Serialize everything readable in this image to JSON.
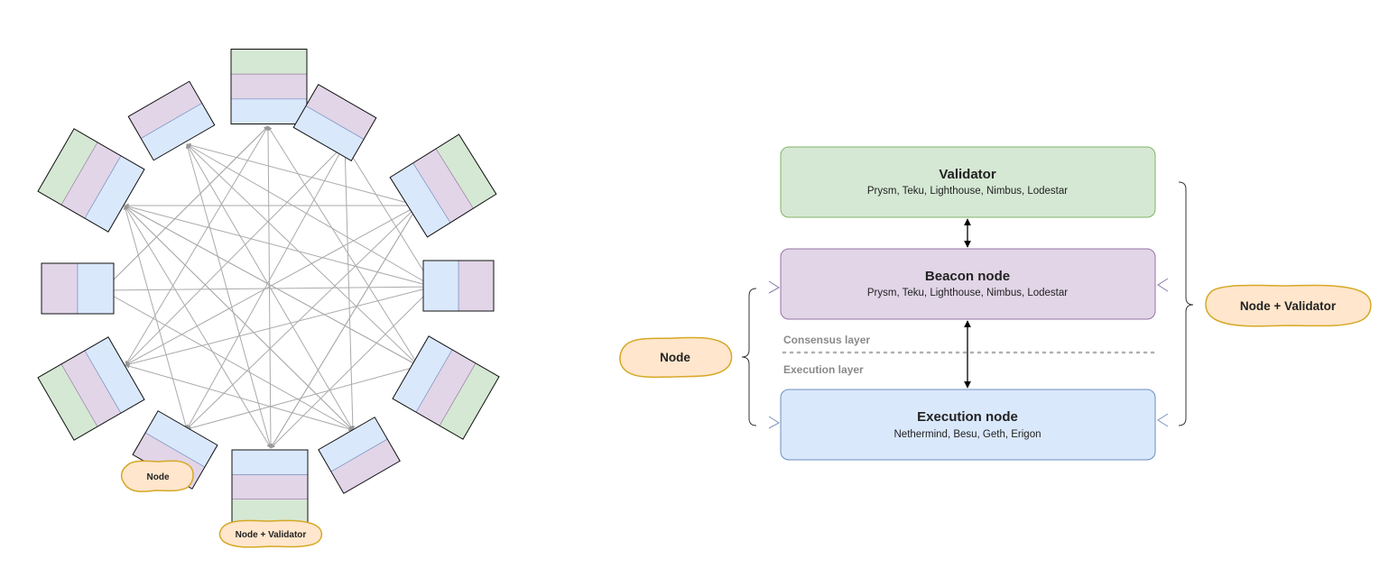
{
  "colors": {
    "validator": "#d5e8d4",
    "validator_stroke": "#82b366",
    "beacon": "#e1d5e7",
    "beacon_stroke": "#9673a6",
    "execution": "#dae8fc",
    "execution_stroke": "#6c8ebf",
    "bubble": "#ffe6cc",
    "bubble_stroke": "#d6a825",
    "mesh_line": "#aaaaaa"
  },
  "network": {
    "node_label": "Node",
    "node_validator_label": "Node + Validator"
  },
  "stack": {
    "validator": {
      "title": "Validator",
      "clients": "Prysm, Teku, Lighthouse, Nimbus, Lodestar"
    },
    "beacon": {
      "title": "Beacon node",
      "clients": "Prysm, Teku, Lighthouse, Nimbus, Lodestar"
    },
    "execution": {
      "title": "Execution node",
      "clients": "Nethermind, Besu, Geth, Erigon"
    },
    "consensus_layer_label": "Consensus layer",
    "execution_layer_label": "Execution layer",
    "left_bracket_label": "Node",
    "right_bracket_label": "Node + Validator"
  }
}
